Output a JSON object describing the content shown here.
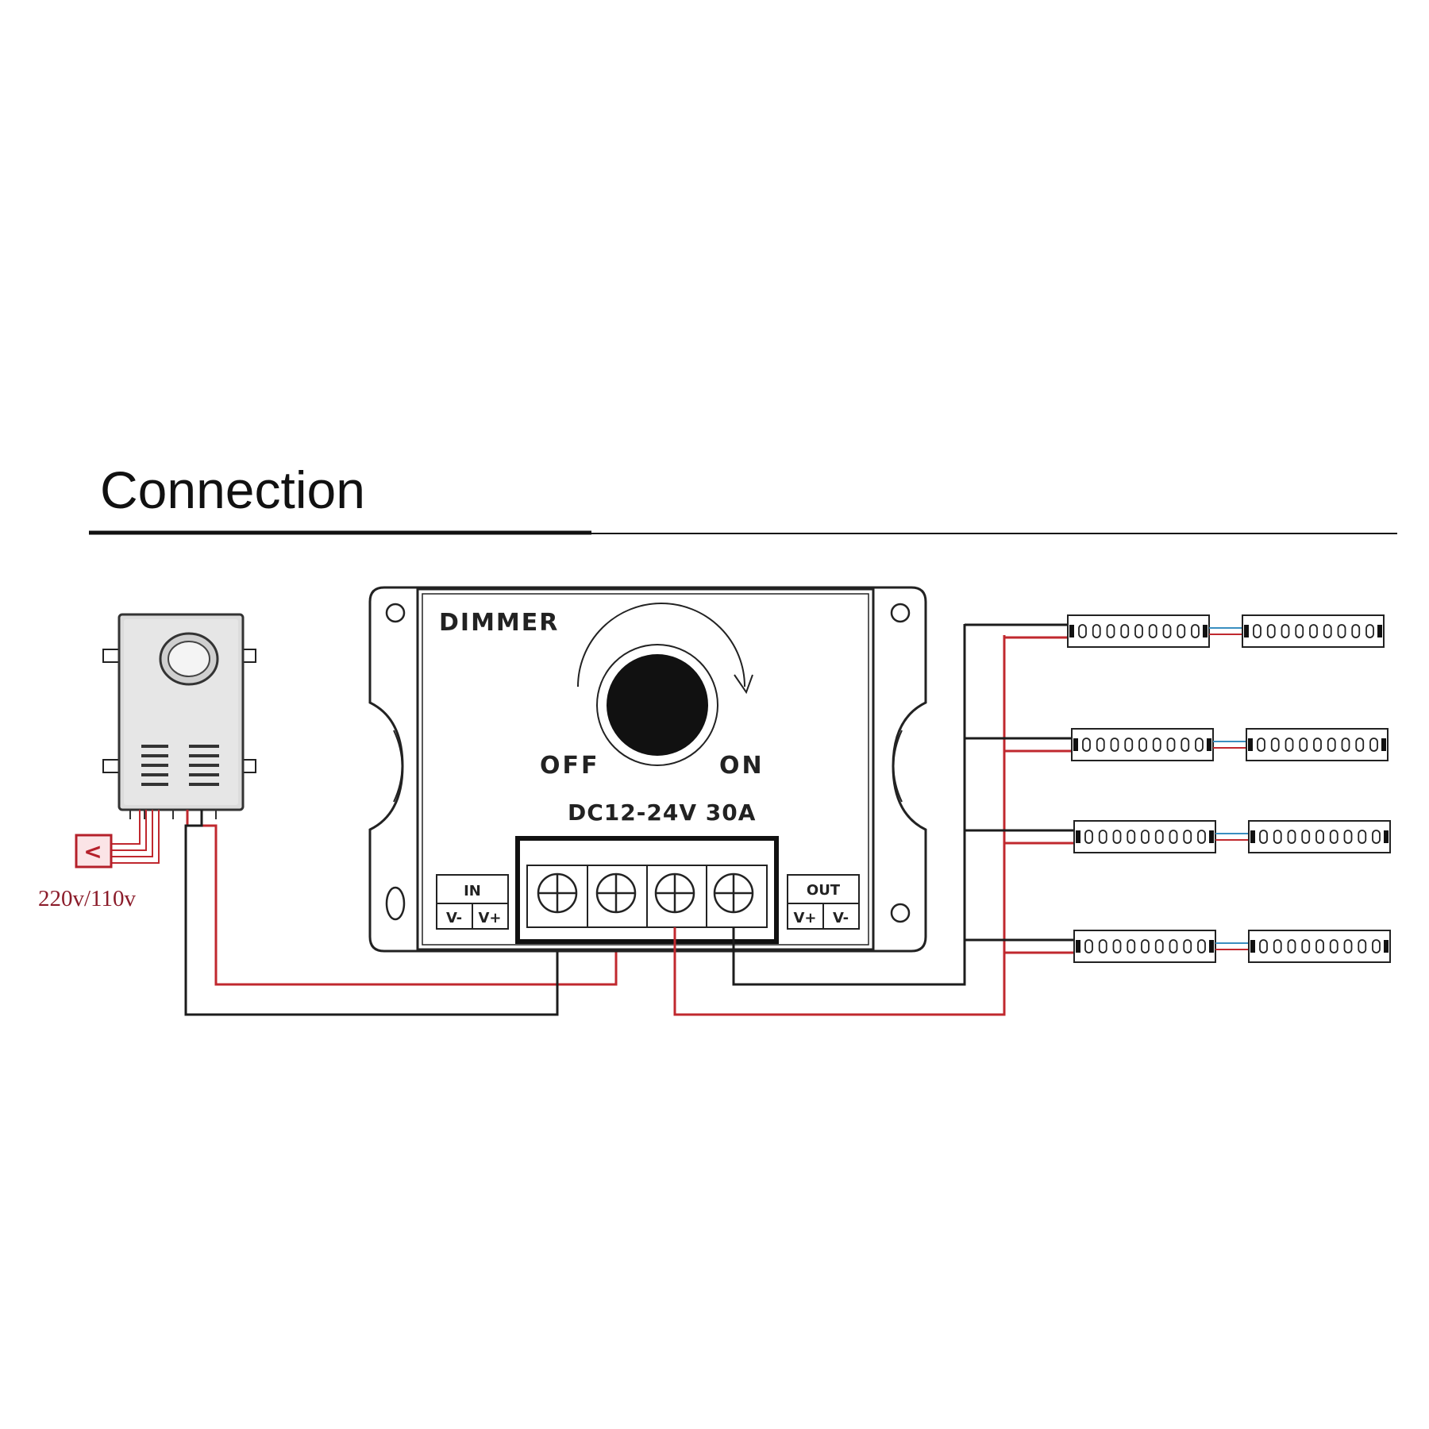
{
  "header": {
    "title": "Connection"
  },
  "power_supply": {
    "input_label": "220v/110v",
    "plug_symbol": "<"
  },
  "dimmer": {
    "name": "DIMMER",
    "off_label": "OFF",
    "on_label": "ON",
    "rating": "DC12-24V 30A",
    "in_block": {
      "title": "IN",
      "left": "V-",
      "right": "V+"
    },
    "out_block": {
      "title": "OUT",
      "left": "V+",
      "right": "V-"
    }
  },
  "led_strips": {
    "rows": 4,
    "segments_per_row": 2,
    "leds_per_segment": 9
  },
  "colors": {
    "positive_wire": "#c0282e",
    "negative_wire": "#1c1c1c",
    "link_wire": "#3a8fc0"
  }
}
